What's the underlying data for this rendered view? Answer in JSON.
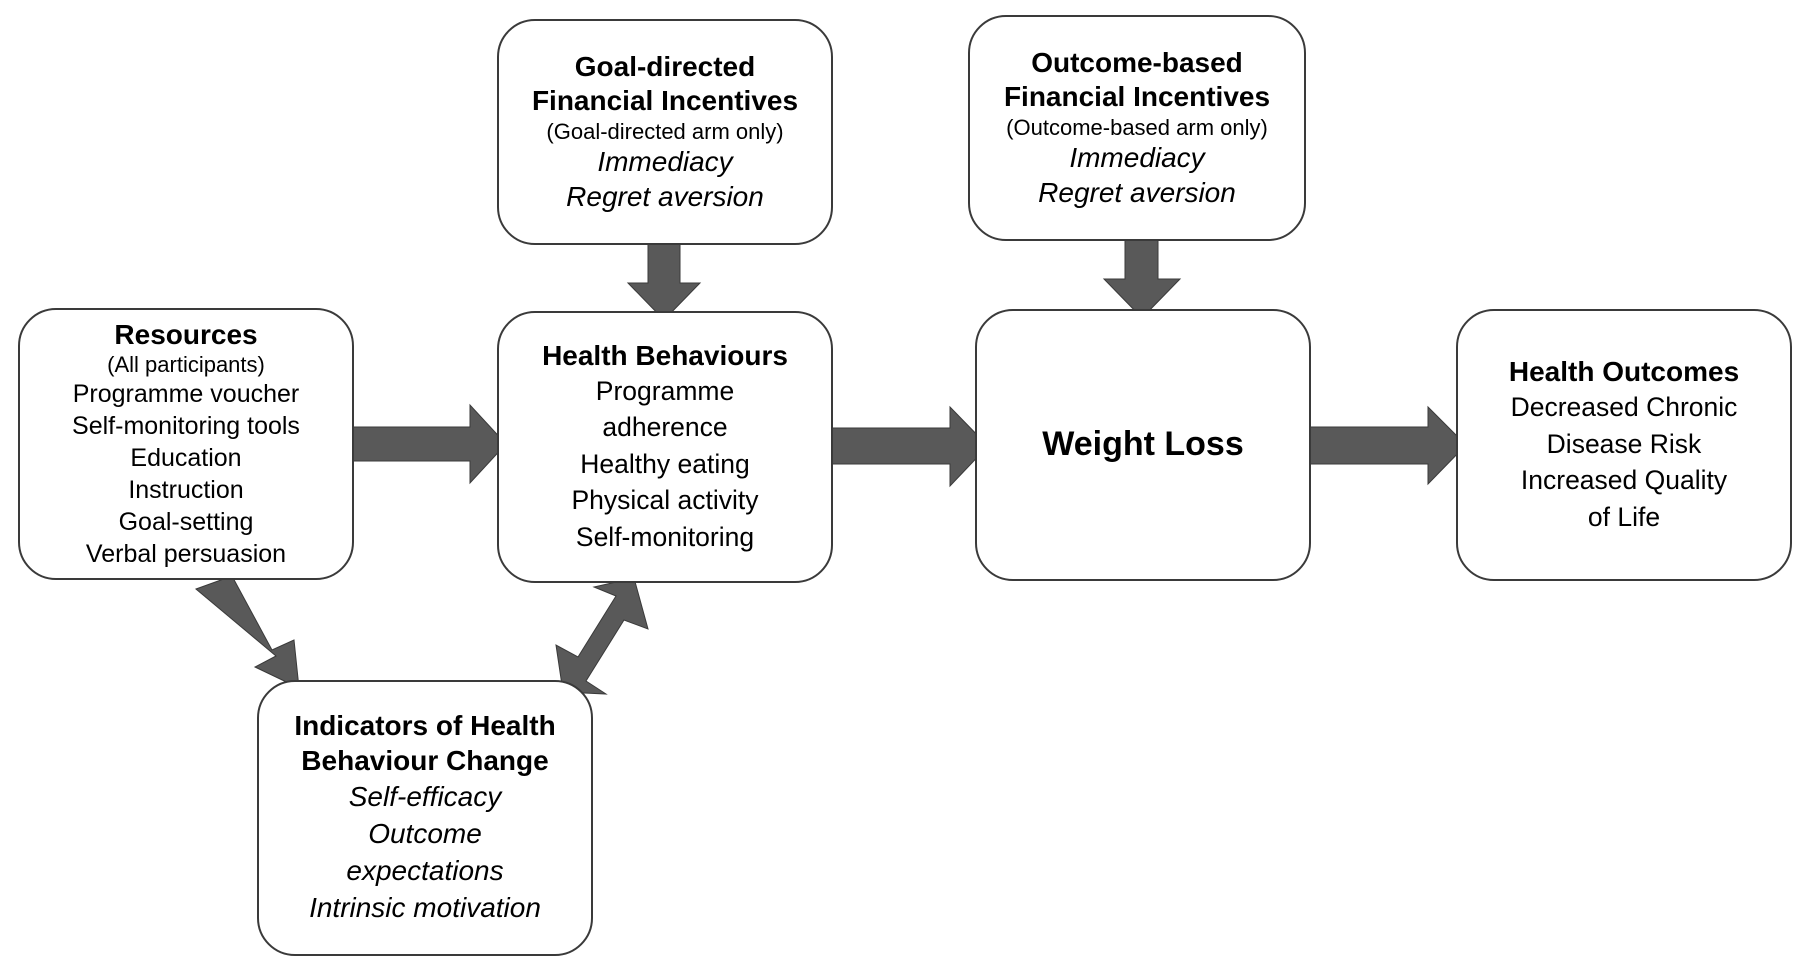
{
  "colors": {
    "arrow_fill": "#595959",
    "box_border": "#3a3a3a",
    "background": "#ffffff"
  },
  "diagram": {
    "goal_directed": {
      "title_line1": "Goal-directed",
      "title_line2": "Financial Incentives",
      "subtitle": "(Goal-directed arm only)",
      "items": [
        "Immediacy",
        "Regret aversion"
      ]
    },
    "outcome_based": {
      "title_line1": "Outcome-based",
      "title_line2": "Financial Incentives",
      "subtitle": "(Outcome-based arm only)",
      "items": [
        "Immediacy",
        "Regret aversion"
      ]
    },
    "resources": {
      "title": "Resources",
      "subtitle": "(All participants)",
      "items": [
        "Programme voucher",
        "Self-monitoring tools",
        "Education",
        "Instruction",
        "Goal-setting",
        "Verbal persuasion"
      ]
    },
    "health_behaviours": {
      "title": "Health Behaviours",
      "items": [
        "Programme",
        "adherence",
        "Healthy eating",
        "Physical activity",
        "Self-monitoring"
      ]
    },
    "weight_loss": {
      "title": "Weight Loss"
    },
    "health_outcomes": {
      "title": "Health Outcomes",
      "items": [
        "Decreased Chronic",
        "Disease Risk",
        "Increased Quality",
        "of Life"
      ]
    },
    "indicators": {
      "title_line1": "Indicators of Health",
      "title_line2": "Behaviour Change",
      "items": [
        "Self-efficacy",
        "Outcome",
        "expectations",
        "Intrinsic motivation"
      ]
    }
  }
}
